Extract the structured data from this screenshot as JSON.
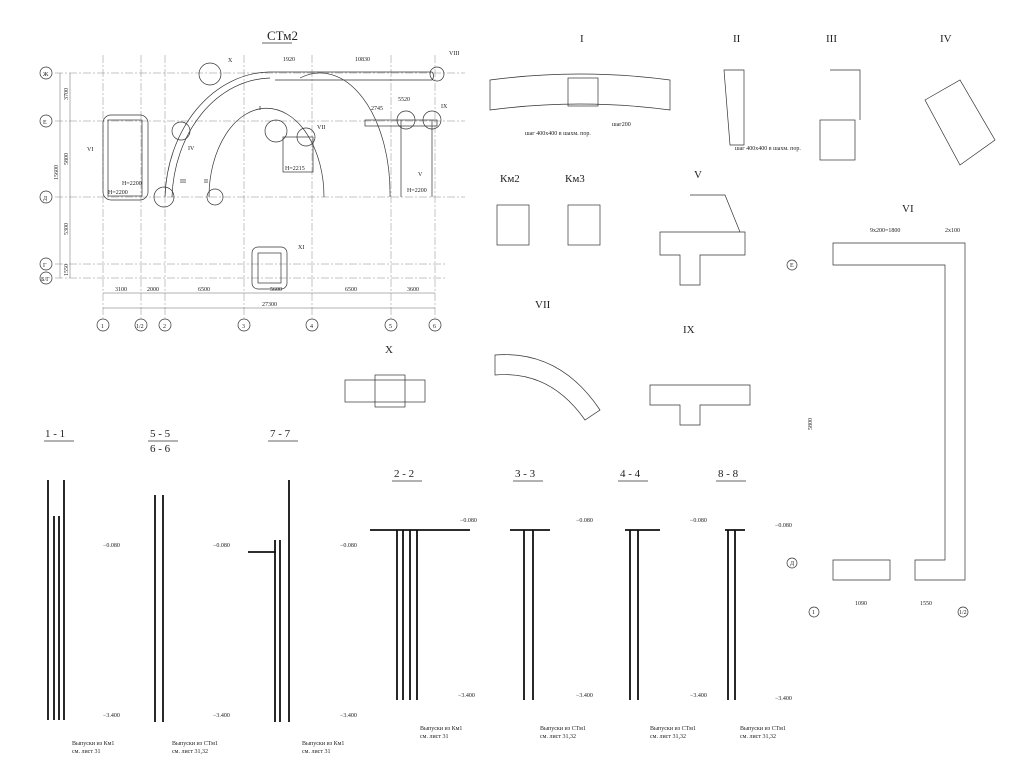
{
  "plan": {
    "title": "СТм2",
    "row_axes": [
      "Ж",
      "Е",
      "Д",
      "Г",
      "Б/Г"
    ],
    "col_axes": [
      "1",
      "1/2",
      "2",
      "3",
      "4",
      "5",
      "6"
    ],
    "col_dims": [
      "3100",
      "2000",
      "6500",
      "5600",
      "6500",
      "3600"
    ],
    "total_dim": "27300",
    "left_dims": [
      "3700",
      "5800",
      "5300",
      "1550"
    ],
    "left_total": "15600",
    "callouts": [
      "X",
      "VIII",
      "I",
      "VII",
      "IV",
      "III",
      "II",
      "V",
      "IX",
      "VI",
      "XI"
    ],
    "notes": [
      "Н=2200",
      "Н=2200",
      "Н=2215",
      "Н=2200",
      "10830",
      "1920",
      "5520",
      "2745"
    ]
  },
  "details": {
    "titles": [
      "I",
      "II",
      "III",
      "IV",
      "V",
      "VI",
      "VII",
      "VIII",
      "IX",
      "X",
      "Км2",
      "Км3"
    ],
    "step_note": "шаг 400х400 в шахм. пор.",
    "step200": "шаг200"
  },
  "sections": {
    "titles": [
      "1 - 1",
      "5 - 5",
      "6 - 6",
      "7 - 7",
      "2 - 2",
      "3 - 3",
      "4 - 4",
      "8 - 8"
    ],
    "elev_top": "−0.080",
    "elev_bottom": "−3.400",
    "note_km1": "Выпуски из Км1",
    "note_stm1": "Выпуски из СТм1",
    "sheet31": "см. лист 31",
    "sheet3132": "см. лист 31,32"
  },
  "frame_vi": {
    "dims": [
      "9х200=1800",
      "2х100",
      "5800",
      "1090",
      "1550"
    ],
    "axes": [
      "Е",
      "Д",
      "1",
      "1/2"
    ]
  }
}
